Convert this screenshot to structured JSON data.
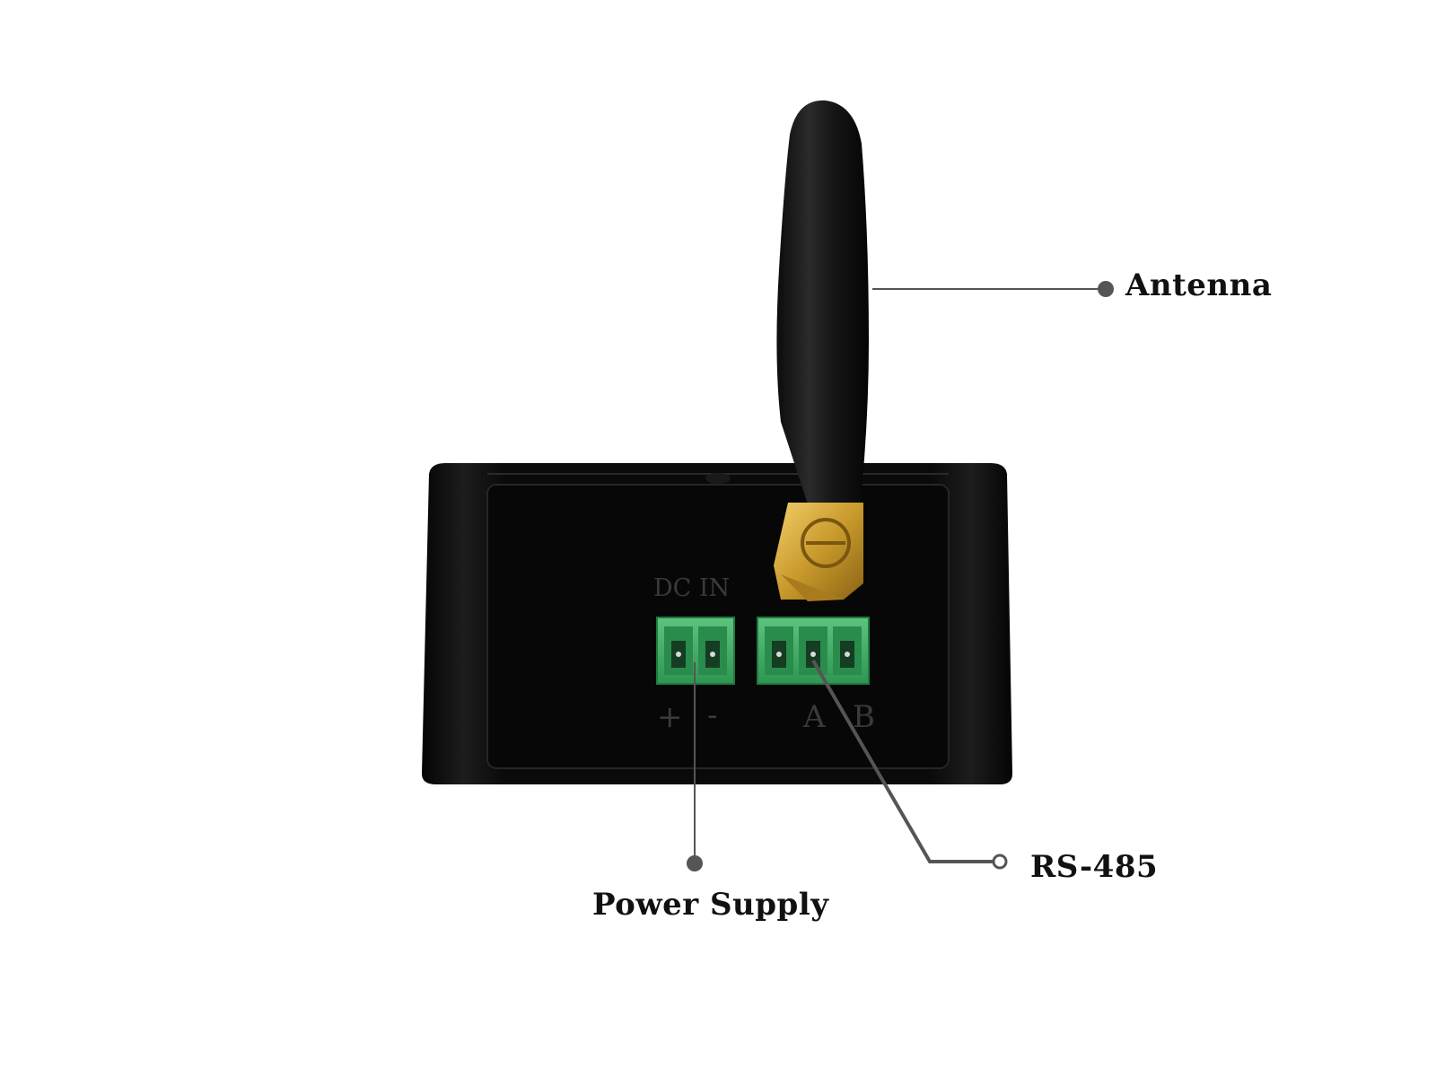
{
  "device": {
    "panel_label": "DC IN",
    "power_terminal_marks": [
      "+",
      "-"
    ],
    "rs485_terminal_marks": [
      "A",
      "B"
    ]
  },
  "callouts": {
    "antenna": "Antenna",
    "power": "Power Supply",
    "rs485": "RS-485"
  },
  "colors": {
    "background": "#ffffff",
    "enclosure": "#0b0b0b",
    "terminal_green": "#3dae63",
    "antenna_connector_gold": "#c99a2c",
    "leader_line": "#555555"
  }
}
